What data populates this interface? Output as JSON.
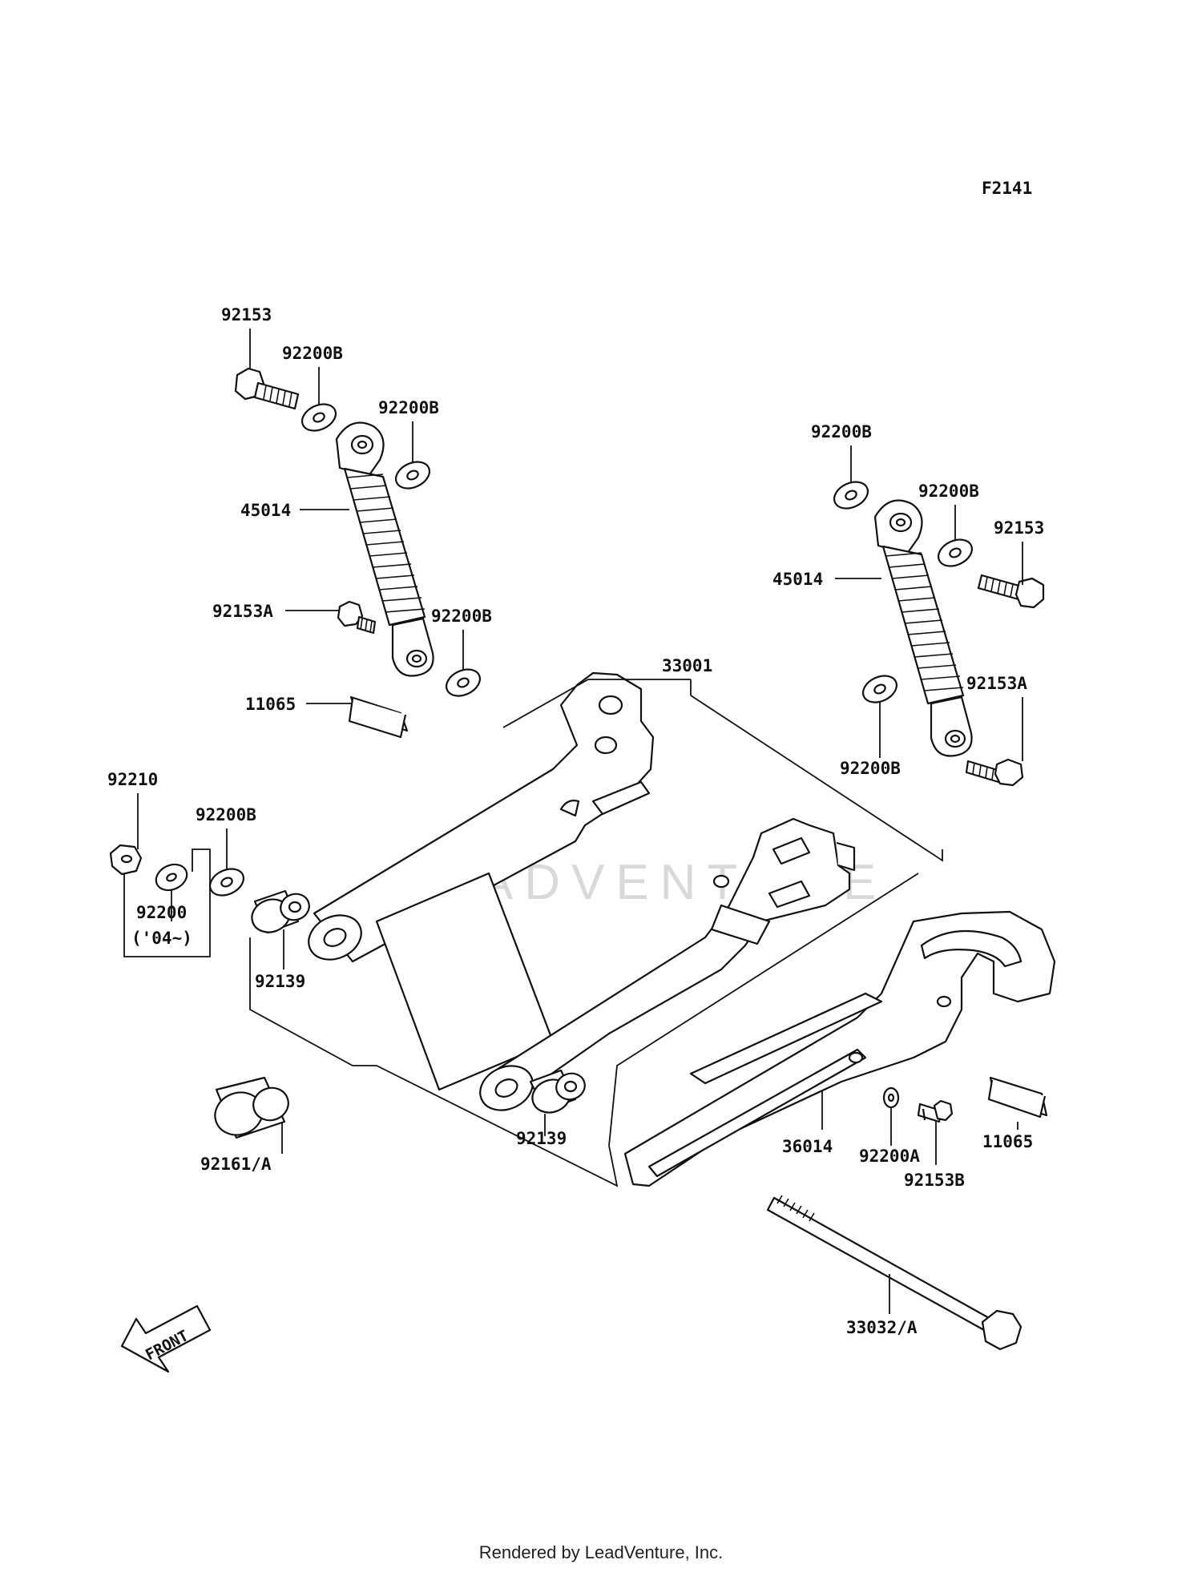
{
  "figure_code": "F2141",
  "watermark": "LEADVENTURE",
  "footer": "Rendered by LeadVenture, Inc.",
  "front_marker": "FRONT",
  "parts": {
    "p92153_left": "92153",
    "p92200B_l1": "92200B",
    "p92200B_l2": "92200B",
    "p45014_left": "45014",
    "p92153A_left": "92153A",
    "p92200B_l3": "92200B",
    "p11065_left": "11065",
    "p92210": "92210",
    "p92200B_l4": "92200B",
    "p92200": "92200",
    "p92200_note": "('04~)",
    "p92139_left": "92139",
    "p33001": "33001",
    "p92200B_r1": "92200B",
    "p92200B_r2": "92200B",
    "p92153_right": "92153",
    "p45014_right": "45014",
    "p92153A_right": "92153A",
    "p92200B_r3": "92200B",
    "p92161A": "92161/A",
    "p92139_right": "92139",
    "p36014": "36014",
    "p92200A": "92200A",
    "p92153B": "92153B",
    "p11065_right": "11065",
    "p33032A": "33032/A"
  }
}
